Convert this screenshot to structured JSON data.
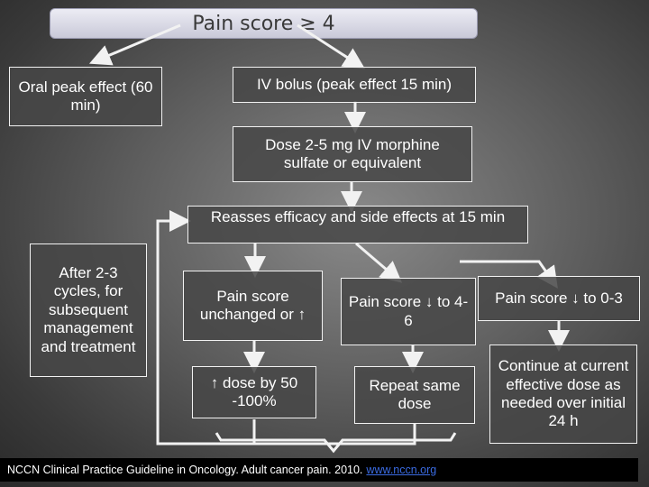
{
  "title": "Pain score ≥ 4",
  "nodes": {
    "oral": "Oral peak effect (60 min)",
    "iv_bolus": "IV bolus (peak effect 15 min)",
    "dose": "Dose 2-5 mg IV morphine sulfate or equivalent",
    "reassess": "Reasses efficacy and side effects at 15 min",
    "after_cycles": "After 2-3 cycles, for subsequent management and treatment",
    "pain_unchanged": "Pain score unchanged or ↑",
    "pain_4_6": "Pain score ↓ to 4-6",
    "pain_0_3": "Pain score ↓ to 0-3",
    "increase_dose": "↑ dose by 50 -100%",
    "repeat_dose": "Repeat same dose",
    "continue": "Continue at current effective dose as needed over initial 24 h"
  },
  "footer": {
    "text": "NCCN Clinical Practice Guideline in Oncology. Adult cancer pain. 2010.",
    "link": "www.nccn.org"
  },
  "colors": {
    "box_bg": "#464646",
    "border": "#f2f2f2",
    "title_bg": "#dcdce8",
    "footer_link": "#3a6ae0"
  }
}
